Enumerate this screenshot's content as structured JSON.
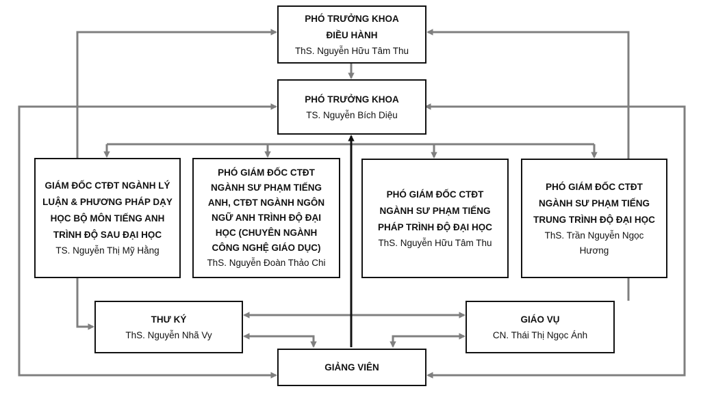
{
  "colors": {
    "connector": "#7f7f7f",
    "main_connector": "#111111",
    "border": "#111111",
    "text": "#111111"
  },
  "nodes": {
    "executive_vice_dean": {
      "title": "PHÓ TRƯỞNG KHOA\nĐIỀU HÀNH",
      "name": "ThS. Nguyễn Hữu Tâm Thu"
    },
    "vice_dean": {
      "title": "PHÓ TRƯỞNG KHOA",
      "name": "TS. Nguyễn Bích Diệu"
    },
    "director_postgrad": {
      "title": "GIÁM ĐỐC CTĐT NGÀNH LÝ\nLUẬN & PHƯƠNG PHÁP DẠY\nHỌC BỘ MÔN TIẾNG ANH\nTRÌNH ĐỘ SAU ĐẠI HỌC",
      "name": "TS. Nguyễn Thị Mỹ Hằng"
    },
    "deputy_english": {
      "title": "PHÓ GIÁM ĐỐC CTĐT\nNGÀNH SƯ PHẠM TIẾNG\nANH, CTĐT NGÀNH NGÔN\nNGỮ ANH TRÌNH ĐỘ ĐẠI\nHỌC (CHUYÊN NGÀNH\nCÔNG NGHỆ GIÁO DỤC)",
      "name": "ThS. Nguyễn Đoàn Thảo Chi"
    },
    "deputy_french": {
      "title": "PHÓ GIÁM ĐỐC CTĐT\nNGÀNH SƯ PHẠM TIẾNG\nPHÁP TRÌNH ĐỘ ĐẠI HỌC",
      "name": "ThS. Nguyễn Hữu Tâm Thu"
    },
    "deputy_chinese": {
      "title": "PHÓ GIÁM ĐỐC CTĐT\nNGÀNH SƯ PHẠM TIẾNG\nTRUNG TRÌNH ĐỘ ĐẠI HỌC",
      "name": "ThS. Trần Nguyễn Ngọc\nHương"
    },
    "secretary": {
      "title": "THƯ KÝ",
      "name": "ThS. Nguyễn Nhã Vy"
    },
    "academic_affairs": {
      "title": "GIÁO VỤ",
      "name": "CN. Thái Thị Ngọc Ánh"
    },
    "lecturers": {
      "title": "GIẢNG VIÊN"
    }
  }
}
